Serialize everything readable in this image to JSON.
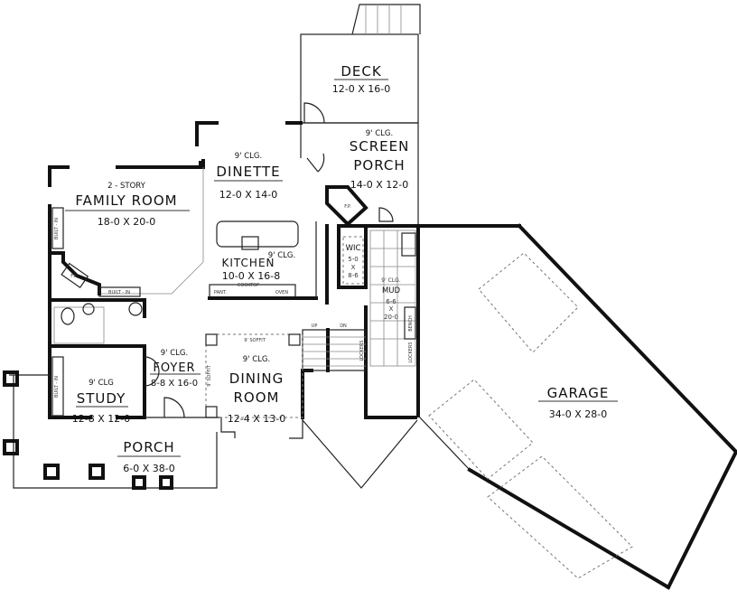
{
  "rooms": {
    "deck": {
      "name": "DECK",
      "size": "12-0 X 16-0"
    },
    "screen_porch": {
      "clg": "9' CLG.",
      "name1": "SCREEN",
      "name2": "PORCH",
      "size": "14-0 X 12-0"
    },
    "dinette": {
      "clg": "9' CLG.",
      "name": "DINETTE",
      "size": "12-0 X 14-0"
    },
    "family_room": {
      "note": "2 - STORY",
      "name": "FAMILY ROOM",
      "size": "18-0 X 20-0"
    },
    "kitchen": {
      "clg": "9' CLG.",
      "name": "KITCHEN",
      "size": "10-0 X 16-8"
    },
    "wic": {
      "name": "WIC",
      "size1": "5-0",
      "x": "X",
      "size2": "8-6"
    },
    "mud": {
      "clg": "9' CLG.",
      "name": "MUD",
      "size1": "6-6",
      "x": "X",
      "size2": "20-0"
    },
    "foyer": {
      "clg": "9' CLG.",
      "name": "FOYER",
      "size": "8-8 X 16-0"
    },
    "study": {
      "clg": "9' CLG",
      "name": "STUDY",
      "size": "12-8 X 12-0"
    },
    "dining": {
      "clg": "9' CLG.",
      "name1": "DINING",
      "name2": "ROOM",
      "size": "12-4 X 13-0"
    },
    "porch": {
      "name": "PORCH",
      "size": "6-0 X 38-0"
    },
    "garage": {
      "name": "GARAGE",
      "size": "34-0 X 28-0"
    }
  },
  "fixtures": {
    "built_in": "BUILT - IN",
    "cooktop": "COOKTOP",
    "pantry": "PANT.",
    "oven": "OVEN",
    "fireplace": "F.P.",
    "soffit": "9' SOFFIT",
    "up": "UP",
    "dn": "DN",
    "bench": "BENCH",
    "lockers": "LOCKERS"
  }
}
